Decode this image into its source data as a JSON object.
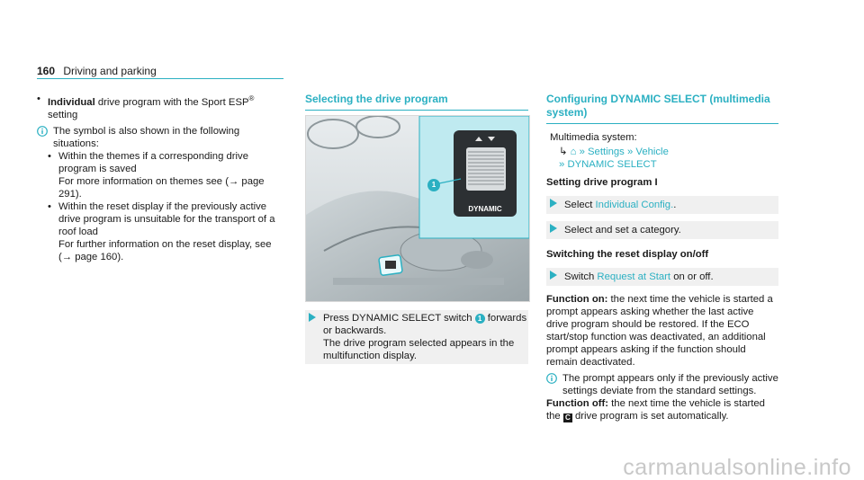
{
  "header": {
    "page_number": "160",
    "section": "Driving and parking"
  },
  "left": {
    "bullet_individual_bold": "Individual",
    "bullet_individual_text": "drive program with the Sport ESP",
    "reg_mark": "®",
    "bullet_individual_tail": "setting",
    "info_text": "The symbol is also shown in the following situations:",
    "sub1": "Within the themes if a corresponding drive program is saved",
    "sub1_more": "For more information on themes see (→ page 291).",
    "sub2": "Within the reset display if the previously active drive program is unsuitable for the transport of a roof load",
    "sub2_more": "For further information on the reset display, see (→ page 160)."
  },
  "middle": {
    "title": "Selecting the drive program",
    "figure": {
      "callout": "1",
      "label": "DYNAMIC"
    },
    "step_pre": "Press DYNAMIC SELECT switch",
    "step_badge": "1",
    "step_post": "forwards or backwards.",
    "step_line2": "The drive program selected appears in the multifunction display."
  },
  "right": {
    "title": "Configuring DYNAMIC SELECT (multimedia system)",
    "multimedia": "Multimedia system:",
    "nav1": "Settings",
    "nav2": "Vehicle",
    "nav3": "DYNAMIC SELECT",
    "h_setting": "Setting drive program I",
    "s1_pre": "Select",
    "s1_link": "Individual Config.",
    "s1_post": ".",
    "s2": "Select and set a category.",
    "h_switch": "Switching the reset display on/off",
    "s3_pre": "Switch",
    "s3_link": "Request at Start",
    "s3_post": "on or off.",
    "fon_bold": "Function on:",
    "fon_text": "the next time the vehicle is started a prompt appears asking whether the last active drive program should be restored. If the ECO start/stop function was deactivated, an additional prompt appears asking if the function should remain deactivated.",
    "info": "The prompt appears only if the previously active settings deviate from the standard settings.",
    "foff_bold": "Function off:",
    "foff_pre": "the next time the vehicle is started the",
    "foff_icon": "C",
    "foff_post": "drive program is set automatically."
  },
  "watermark": "carmanualsonline.info",
  "colors": {
    "accent": "#2bb0c2",
    "text": "#1a1a1a"
  }
}
